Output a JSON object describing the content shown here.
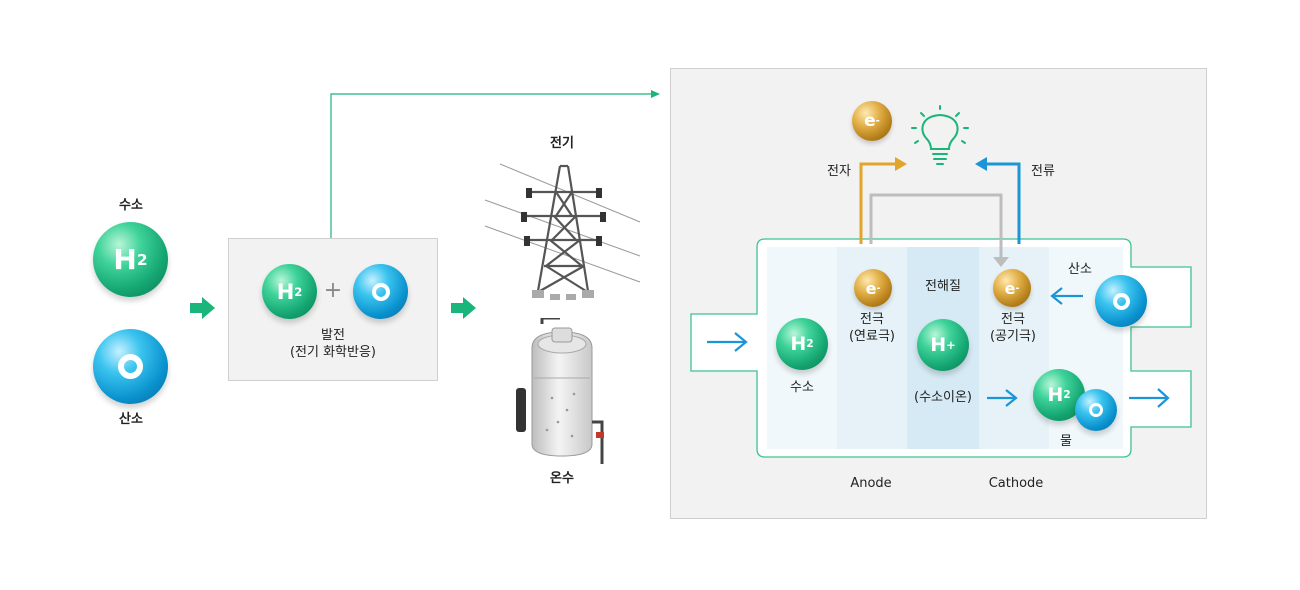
{
  "inputs": {
    "hydrogen_label": "수소",
    "hydrogen_symbol": "H",
    "hydrogen_subscript": "2",
    "oxygen_label": "산소",
    "oxygen_symbol": "O"
  },
  "generation": {
    "plus_sign": "+",
    "label_line1": "발전",
    "label_line2": "(전기 화학반응)"
  },
  "outputs": {
    "electricity_label": "전기",
    "hot_water_label": "온수"
  },
  "fuel_cell": {
    "electron_symbol": "e",
    "electron_superscript": "-",
    "electron_label": "전자",
    "current_label": "전류",
    "electrolyte_label": "전해질",
    "anode_electrode_line1": "전극",
    "anode_electrode_line2": "(연료극)",
    "cathode_electrode_line1": "전극",
    "cathode_electrode_line2": "(공기극)",
    "hydrogen_label": "수소",
    "hydrogen_ion_symbol": "H",
    "hydrogen_ion_superscript": "+",
    "hydrogen_ion_label": "(수소이온)",
    "oxygen_label": "산소",
    "water_label": "물",
    "anode_label": "Anode",
    "cathode_label": "Cathode"
  },
  "colors": {
    "flow_arrow": "#1ab57a",
    "electron_path": "#e0a52a",
    "current_path": "#1b95d6",
    "internal_path": "#bdbdbd",
    "cell_outline": "#3cc48f",
    "bulb": "#1ab57a"
  },
  "icons": [
    "lightbulb-icon",
    "transmission-tower-icon",
    "hot-water-tank-icon",
    "arrow-right-icon"
  ]
}
